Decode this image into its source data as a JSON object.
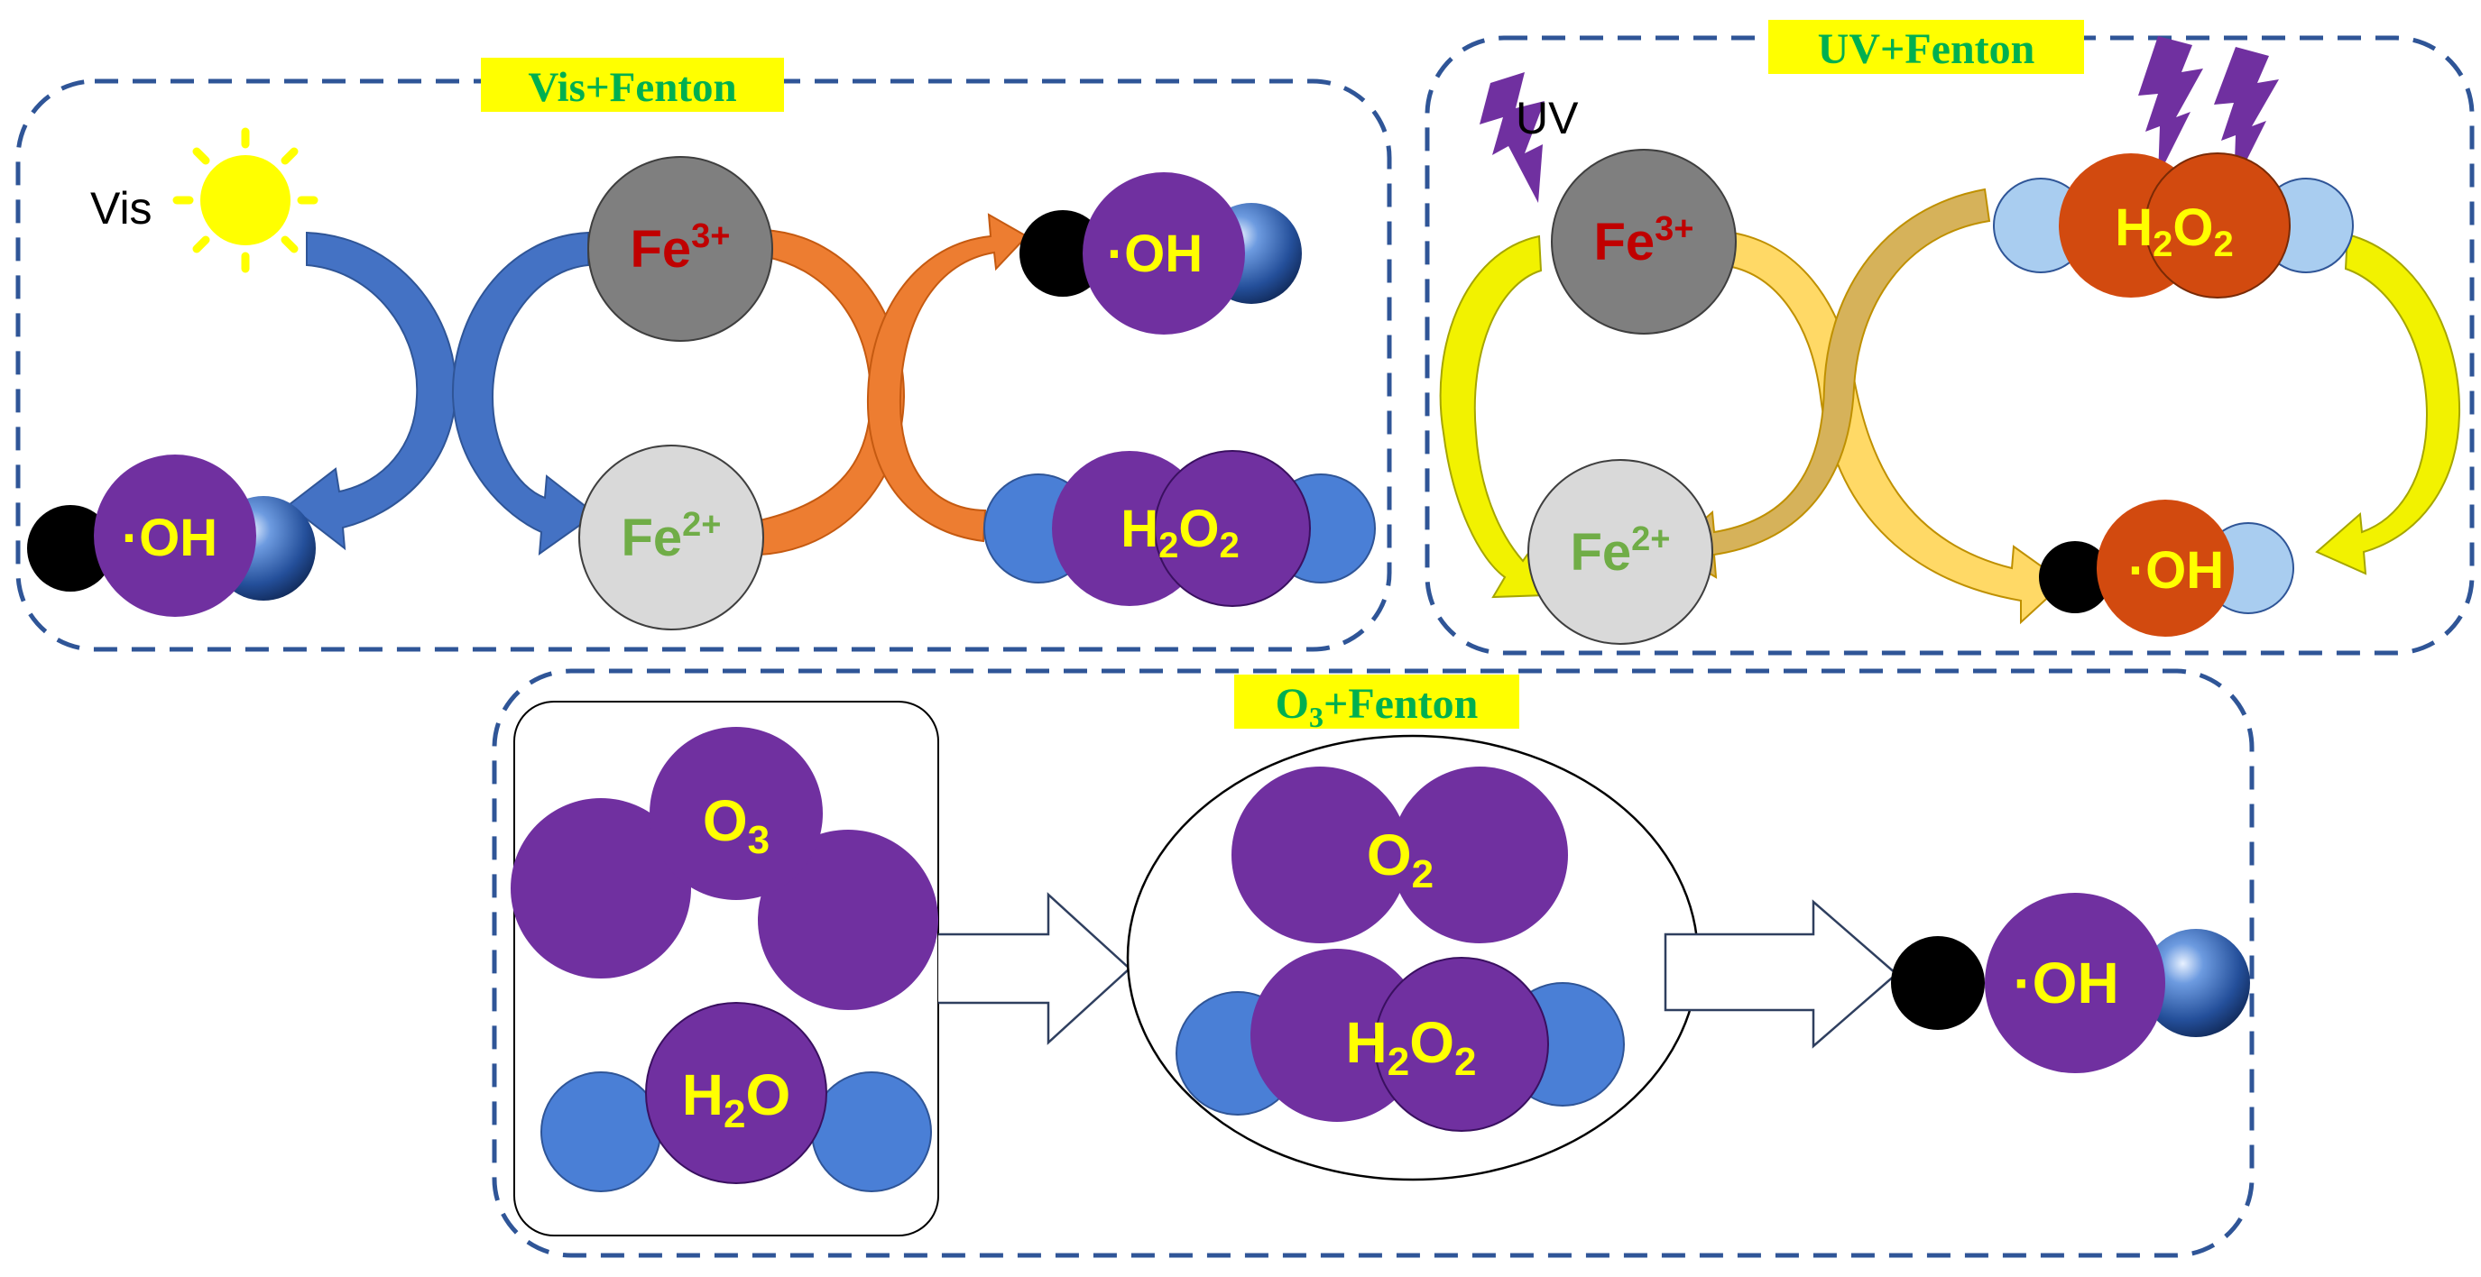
{
  "panels": {
    "vis": {
      "title": "Vis+Fenton",
      "light_label": "Vis",
      "fe3": {
        "base": "Fe",
        "charge": "3+"
      },
      "fe2": {
        "base": "Fe",
        "charge": "2+"
      },
      "oh_top": "·OH",
      "oh_left": "·OH",
      "h2o2": {
        "a": "H",
        "s1": "2",
        "b": "O",
        "s2": "2"
      }
    },
    "uv": {
      "title": "UV+Fenton",
      "light_label": "UV",
      "fe3": {
        "base": "Fe",
        "charge": "3+"
      },
      "fe2": {
        "base": "Fe",
        "charge": "2+"
      },
      "h2o2": {
        "a": "H",
        "s1": "2",
        "b": "O",
        "s2": "2"
      },
      "oh": "·OH"
    },
    "o3": {
      "title": {
        "a": "O",
        "sub": "3",
        "b": "+Fenton"
      },
      "o3": {
        "a": "O",
        "sub": "3"
      },
      "h2o": {
        "a": "H",
        "sub": "2",
        "b": "O"
      },
      "o2": {
        "a": "O",
        "sub": "2"
      },
      "h2o2": {
        "a": "H",
        "s1": "2",
        "b": "O",
        "s2": "2"
      },
      "oh": "·OH"
    }
  },
  "colors": {
    "panel_border": "#2f5597",
    "title_text": "#00b050",
    "title_highlight": "#ffff00",
    "molecule_label": "#ffff00",
    "purple": "#7030a0",
    "blue_atom": "#4a7fd6",
    "light_blue_atom": "#a9cdf0",
    "orange_atom": "#d24a0f",
    "fe3_fill": "#7f7f7f",
    "fe3_text": "#c00000",
    "fe2_fill": "#d9d9d9",
    "fe2_text": "#70ad47",
    "blue_arrow": "#4472c4",
    "orange_arrow": "#ed7d31",
    "yellow_arrow": "#f2f200",
    "gold_arrow": "#d6b25a",
    "light_gold_arrow": "#ffd966",
    "sun": "#ffff00",
    "lightning": "#7030a0"
  },
  "icons": [
    "sun-icon",
    "lightning-icon"
  ]
}
